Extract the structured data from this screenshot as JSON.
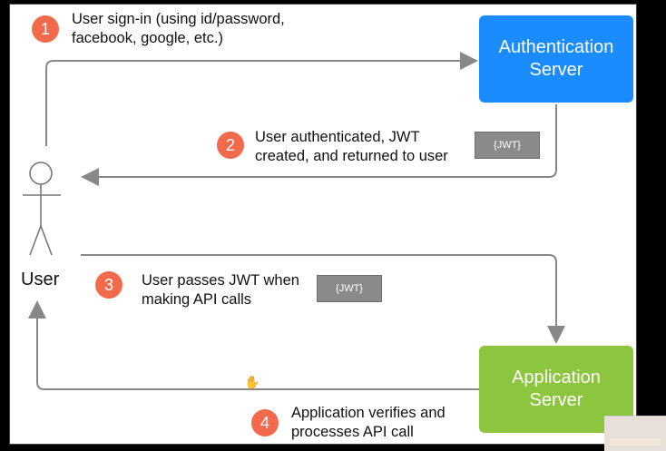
{
  "nodes": {
    "auth_server": [
      "Authentication",
      "Server"
    ],
    "app_server": [
      "Application",
      "Server"
    ],
    "user": "User"
  },
  "steps": [
    {
      "num": "1",
      "lines": [
        "User sign-in (using id/password,",
        "facebook, google, etc.)"
      ]
    },
    {
      "num": "2",
      "lines": [
        "User authenticated, JWT",
        "created, and returned to user"
      ]
    },
    {
      "num": "3",
      "lines": [
        "User passes JWT when",
        "making API calls"
      ]
    },
    {
      "num": "4",
      "lines": [
        "Application verifies and",
        "processes API call"
      ]
    }
  ],
  "tokens": [
    "{JWT}",
    "{JWT}"
  ],
  "colors": {
    "auth_box": "#1a8cff",
    "app_box": "#8cc63f",
    "step_circle": "#f26a4b",
    "token_box": "#8a8a8a",
    "arrow": "#888888"
  }
}
